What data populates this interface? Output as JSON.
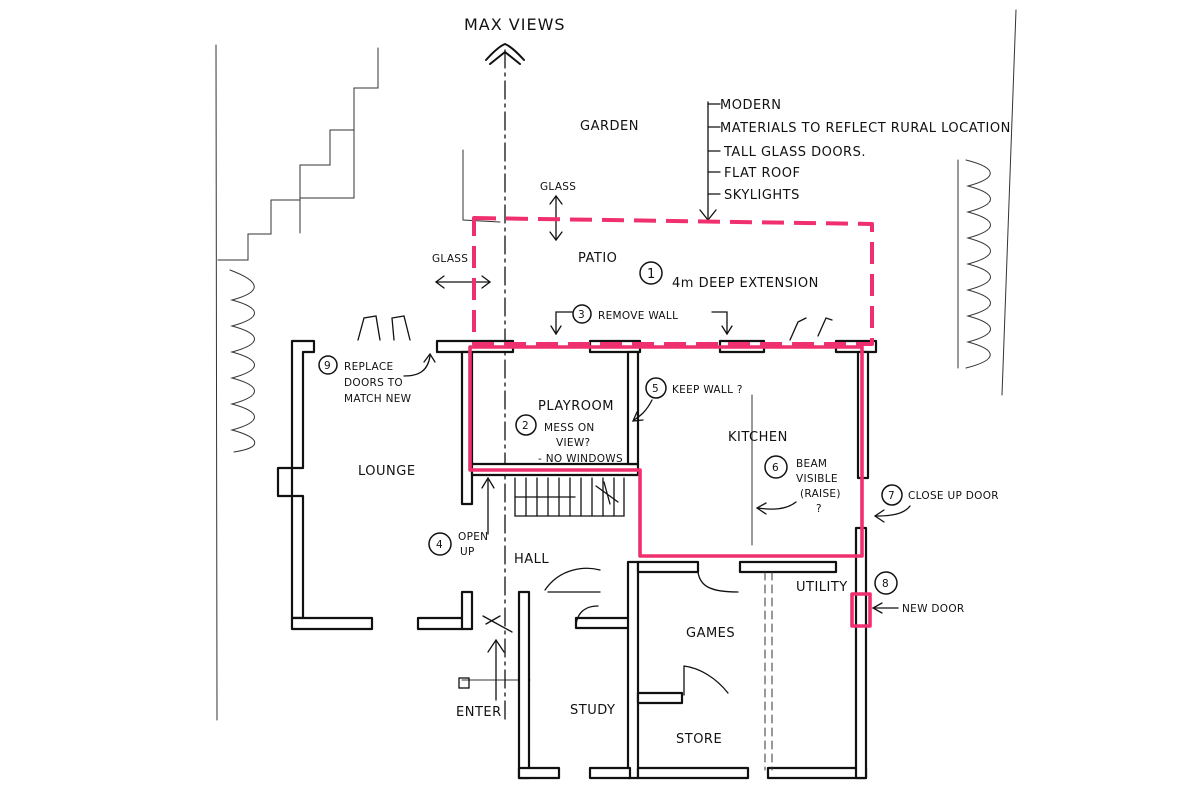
{
  "title": "MAX VIEWS",
  "notes": {
    "items": [
      "MODERN",
      "MATERIALS TO REFLECT RURAL LOCATION",
      "TALL GLASS DOORS.",
      "FLAT ROOF",
      "SKYLIGHTS"
    ]
  },
  "rooms": {
    "garden": "GARDEN",
    "patio": "PATIO",
    "playroom": "PLAYROOM",
    "kitchen": "KITCHEN",
    "lounge": "LOUNGE",
    "hall": "HALL",
    "utility": "UTILITY",
    "games": "GAMES",
    "study": "STUDY",
    "store": "STORE"
  },
  "labels": {
    "glass_top": "GLASS",
    "glass_left": "GLASS",
    "enter": "ENTER"
  },
  "annotations": [
    {
      "num": "1",
      "lines": [
        "4m DEEP EXTENSION"
      ]
    },
    {
      "num": "2",
      "lines": [
        "MESS ON",
        "VIEW?"
      ]
    },
    {
      "num": "3",
      "lines": [
        "REMOVE WALL"
      ]
    },
    {
      "num": "4",
      "lines": [
        "OPEN",
        "UP"
      ]
    },
    {
      "num": "5",
      "lines": [
        "KEEP WALL ?"
      ]
    },
    {
      "num": "6",
      "lines": [
        "BEAM",
        "VISIBLE",
        "(RAISE)",
        "?"
      ]
    },
    {
      "num": "7",
      "lines": [
        "CLOSE UP DOOR"
      ]
    },
    {
      "num": "8",
      "lines": [
        "NEW DOOR"
      ]
    },
    {
      "num": "9",
      "lines": [
        "REPLACE",
        "DOORS TO",
        "MATCH NEW"
      ]
    }
  ],
  "extra_note": "- NO WINDOWS",
  "colors": {
    "ink": "#111111",
    "highlight": "#f0306e",
    "paper": "#ffffff"
  }
}
